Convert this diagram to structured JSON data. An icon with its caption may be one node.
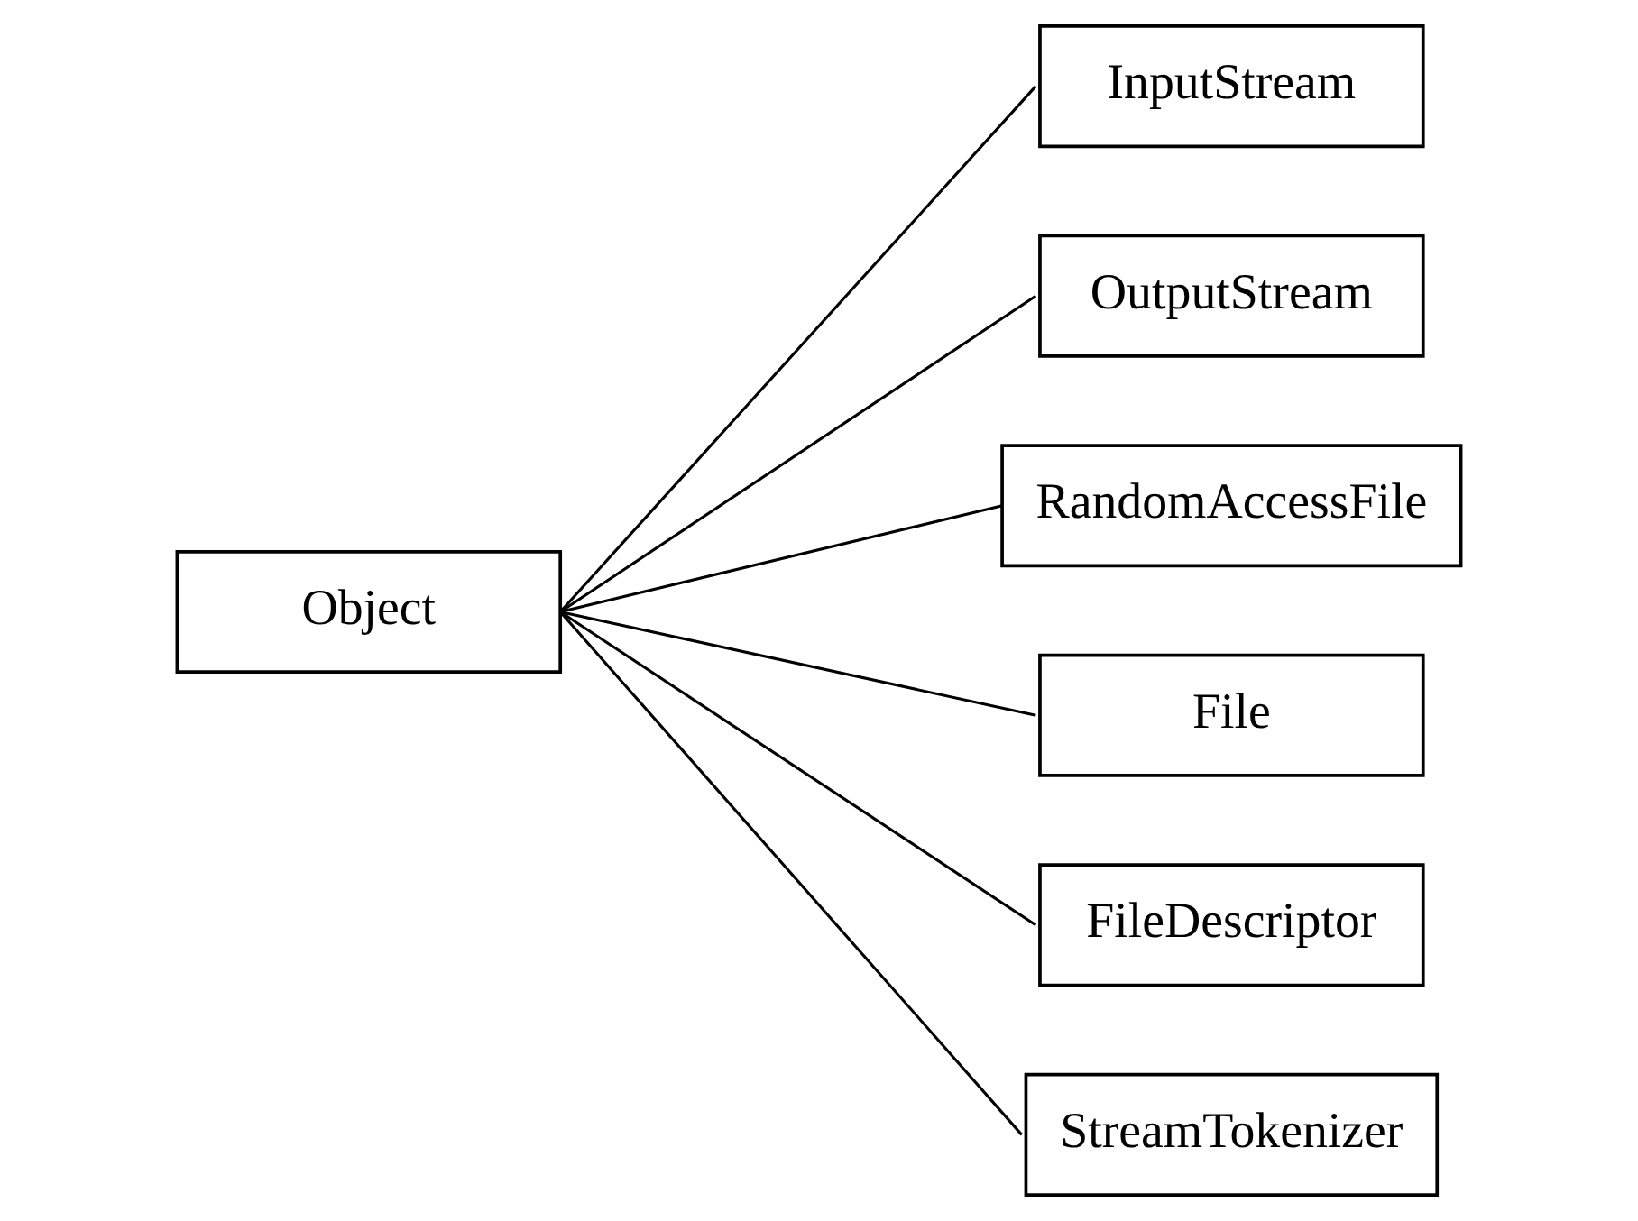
{
  "diagram": {
    "nodes": [
      {
        "text": [
          "Object"
        ]
      },
      {
        "text": [
          "InputStream"
        ]
      },
      {
        "text": [
          "OutputStream"
        ]
      },
      {
        "text": [
          "RandomAccessFile"
        ]
      },
      {
        "text": [
          "File"
        ]
      },
      {
        "text": [
          "FileDescriptor"
        ]
      },
      {
        "text": [
          "StreamTokenizer"
        ]
      }
    ],
    "edges": [
      {
        "from": 0,
        "to": 1,
        "arrow": "none"
      },
      {
        "from": 0,
        "to": 2,
        "arrow": "none"
      },
      {
        "from": 0,
        "to": 3,
        "arrow": "none"
      },
      {
        "from": 0,
        "to": 4,
        "arrow": "none"
      },
      {
        "from": 0,
        "to": 5,
        "arrow": "none"
      },
      {
        "from": 0,
        "to": 6,
        "arrow": "none"
      }
    ]
  }
}
